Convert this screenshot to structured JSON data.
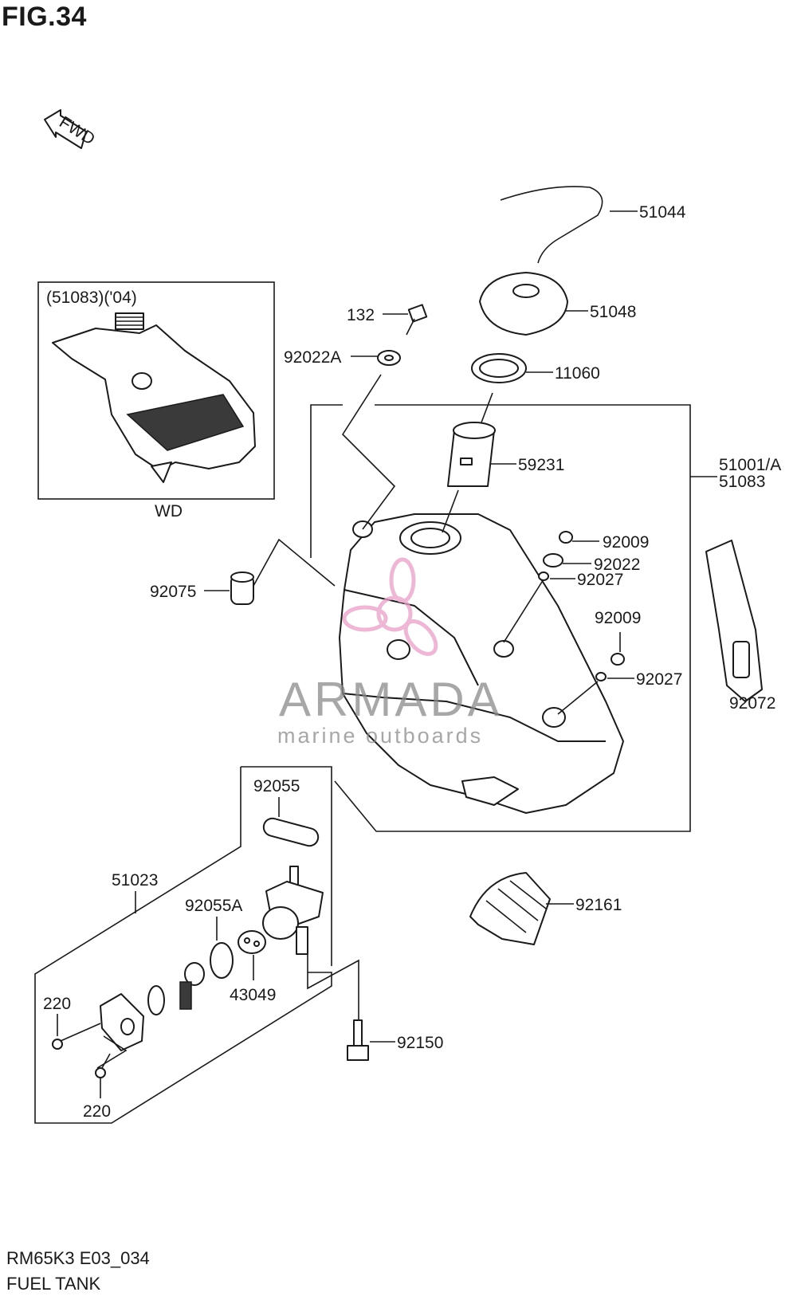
{
  "figure": {
    "title": "FIG.34",
    "code": "RM65K3 E03_034",
    "name": "FUEL TANK"
  },
  "direction_arrow": {
    "text": "FWD"
  },
  "inset": {
    "header": "(51083)('04)",
    "caption": "WD"
  },
  "watermark": {
    "brand": "ARMADA",
    "tagline": "marine outboards",
    "color": "#e8a0c8"
  },
  "parts": {
    "p51044": "51044",
    "p51048": "51048",
    "p132": "132",
    "p92022A": "92022A",
    "p11060": "11060",
    "p59231": "59231",
    "p51001A": "51001/A",
    "p51083": "51083",
    "p92009a": "92009",
    "p92022": "92022",
    "p92027a": "92027",
    "p92009b": "92009",
    "p92027b": "92027",
    "p92075": "92075",
    "p92072": "92072",
    "p92055": "92055",
    "p51023": "51023",
    "p92055A": "92055A",
    "p92161": "92161",
    "p220a": "220",
    "p43049": "43049",
    "p92150": "92150",
    "p220b": "220"
  }
}
